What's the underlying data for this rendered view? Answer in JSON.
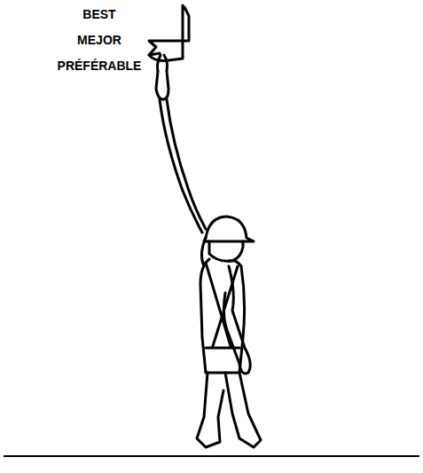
{
  "diagram": {
    "labels": [
      "BEST",
      "MEJOR",
      "PRÉFÉRABLE"
    ]
  }
}
